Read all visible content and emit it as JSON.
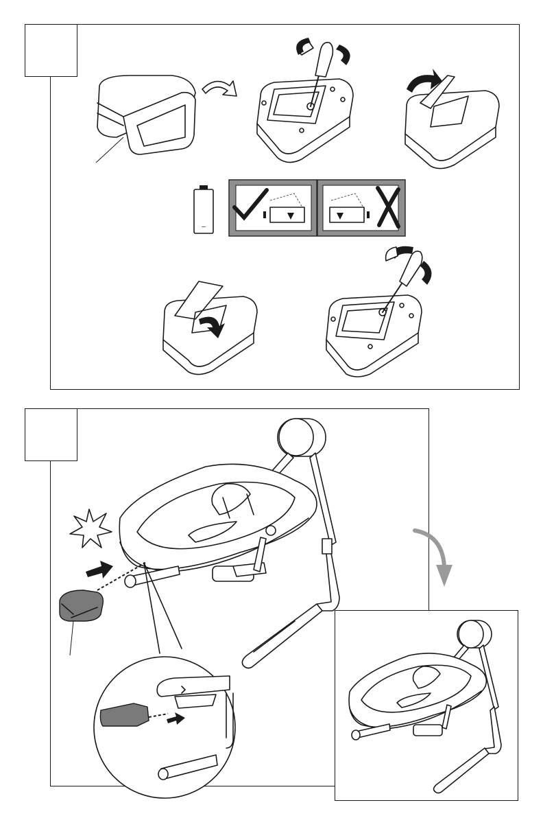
{
  "steps": [
    {
      "id": "battery-replacement",
      "step_number": "",
      "figures": [
        "power-adapter-cover",
        "rotate-arrow",
        "unscrew-cover",
        "open-cover",
        "battery",
        "battery-orientation-correct",
        "battery-orientation-incorrect",
        "close-cover",
        "screw-cover"
      ]
    },
    {
      "id": "install-adapter-into-swing",
      "step_number": "",
      "figures": [
        "baby-swing",
        "impact-star",
        "push-arrow",
        "adapter-module",
        "detail-callout",
        "result-swing"
      ]
    }
  ],
  "symbols": {
    "correct": "check-icon",
    "incorrect": "x-icon",
    "battery_polarity": "–"
  },
  "colors": {
    "ink": "#1a1a1a",
    "panel_gray": "#8f8f8f",
    "arrow_gray": "#9a9a9a",
    "module_gray": "#7a7a7a"
  }
}
